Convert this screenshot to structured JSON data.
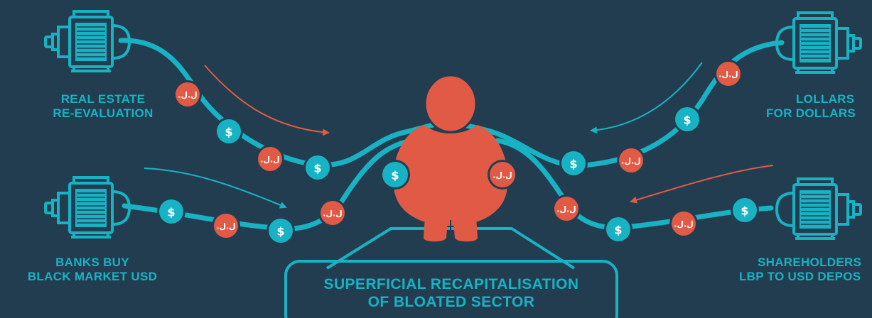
{
  "sources": {
    "real_estate": {
      "line1": "REAL ESTATE",
      "line2": "RE-EVALUATION"
    },
    "banks_buy": {
      "line1": "BANKS BUY",
      "line2": "BLACK MARKET USD"
    },
    "lollars": {
      "line1": "LOLLARS",
      "line2": "FOR DOLLARS"
    },
    "shareholders": {
      "line1": "SHAREHOLDERS",
      "line2": "LBP TO USD DEPOS"
    }
  },
  "caption": {
    "line1": "SUPERFICIAL RECAPITALISATION",
    "line2": "OF BLOATED SECTOR"
  },
  "coin_symbols": {
    "dollar": "$",
    "lira": ".ل.ل"
  },
  "colors": {
    "background": "#233d50",
    "teal": "#17b3c4",
    "red": "#e05a45",
    "white": "#ffffff",
    "machine_line": "#233d50"
  },
  "icons": [
    "generator-icon",
    "bloated-figure-icon",
    "dollar-coin-icon",
    "lira-coin-icon"
  ]
}
